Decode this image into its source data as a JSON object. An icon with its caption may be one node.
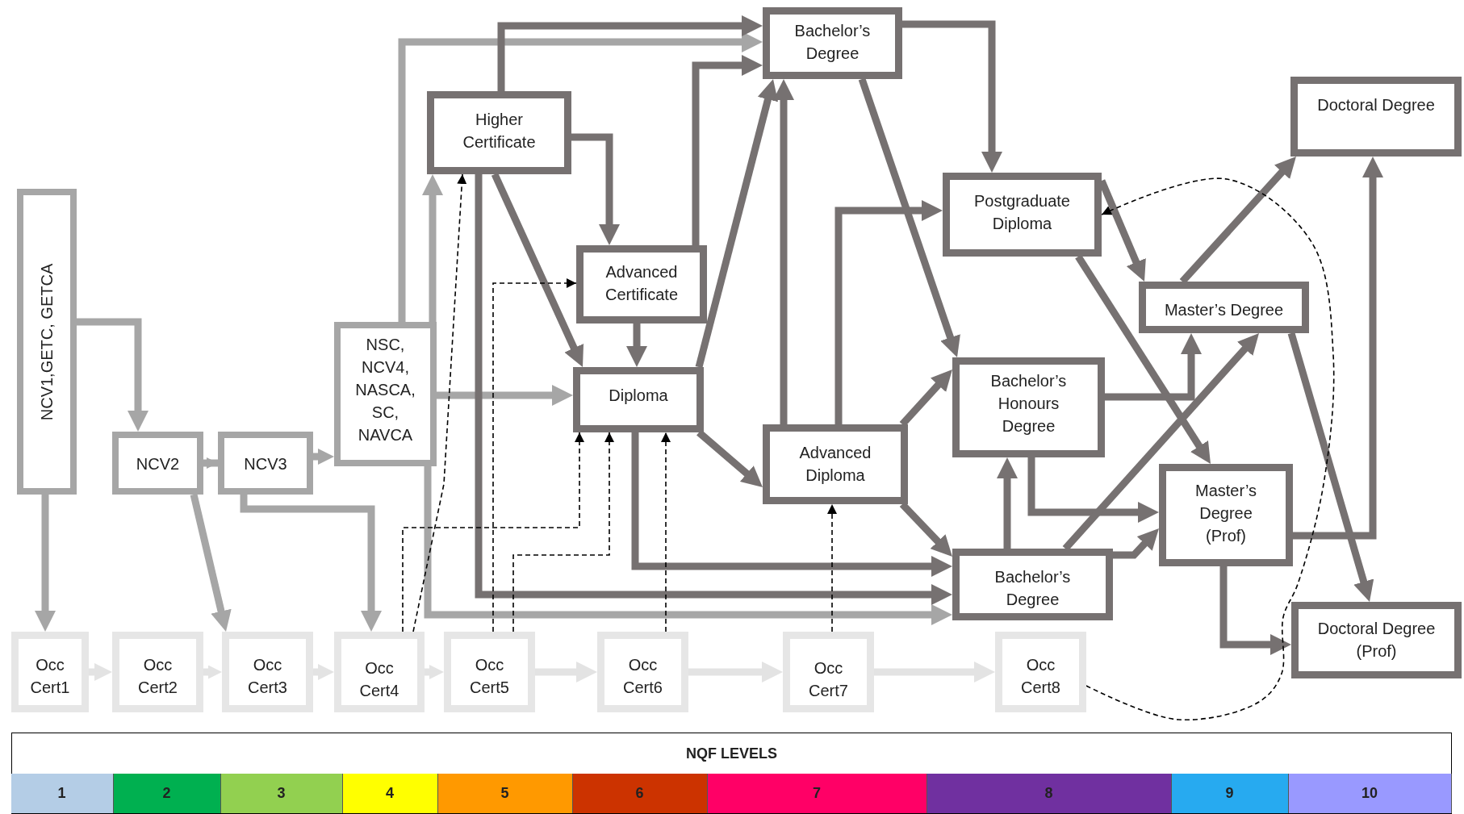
{
  "diagram": {
    "nodes": [
      {
        "text": [
          "NCV1,GETC, GETCA"
        ]
      },
      {
        "text": [
          "NCV2"
        ]
      },
      {
        "text": [
          "NCV3"
        ]
      },
      {
        "text": [
          "NSC, NCV4, NASCA, SC, NAVCA"
        ]
      },
      {
        "text": [
          "Higher Certificate"
        ]
      },
      {
        "text": [
          "Advanced Certificate"
        ]
      },
      {
        "text": [
          "Diploma"
        ]
      },
      {
        "text": [
          "Bachelor’s Degree"
        ]
      },
      {
        "text": [
          "Postgraduate Diploma"
        ]
      },
      {
        "text": [
          "Doctoral Degree"
        ]
      },
      {
        "text": [
          "Master’s Degree"
        ]
      },
      {
        "text": [
          "Bachelor’s Honours Degree"
        ]
      },
      {
        "text": [
          "Advanced Diploma"
        ]
      },
      {
        "text": [
          "Master’s Degree (Prof)"
        ]
      },
      {
        "text": [
          "Bachelor’s Degree"
        ]
      },
      {
        "text": [
          "Doctoral Degree (Prof)"
        ]
      },
      {
        "text": [
          "Occ Cert1"
        ]
      },
      {
        "text": [
          "Occ Cert2"
        ]
      },
      {
        "text": [
          "Occ Cert3"
        ]
      },
      {
        "text": [
          "Occ Cert4"
        ]
      },
      {
        "text": [
          "Occ Cert5"
        ]
      },
      {
        "text": [
          "Occ Cert6"
        ]
      },
      {
        "text": [
          "Occ Cert7"
        ]
      },
      {
        "text": [
          "Occ Cert8"
        ]
      }
    ],
    "edges": [
      {
        "from": 0,
        "to": 1,
        "arrow": "to",
        "color": "#a6a6a6"
      },
      {
        "from": 0,
        "to": 16,
        "arrow": "to",
        "color": "#a6a6a6"
      },
      {
        "from": 1,
        "to": 2,
        "arrow": "to",
        "color": "#a6a6a6"
      },
      {
        "from": 2,
        "to": 3,
        "arrow": "to",
        "color": "#a6a6a6"
      },
      {
        "from": 1,
        "to": 18,
        "arrow": "to",
        "color": "#a6a6a6"
      },
      {
        "from": 2,
        "to": 19,
        "arrow": "to",
        "color": "#a6a6a6"
      },
      {
        "from": 3,
        "to": 4,
        "arrow": "to",
        "color": "#a6a6a6"
      },
      {
        "from": 3,
        "to": 7,
        "arrow": "to",
        "color": "#a6a6a6"
      },
      {
        "from": 3,
        "to": 6,
        "arrow": "to",
        "color": "#a6a6a6"
      },
      {
        "from": 3,
        "to": 14,
        "arrow": "to",
        "color": "#a6a6a6"
      },
      {
        "from": 16,
        "to": 17,
        "arrow": "to",
        "color": "#e3e3e3"
      },
      {
        "from": 17,
        "to": 18,
        "arrow": "to",
        "color": "#e3e3e3"
      },
      {
        "from": 18,
        "to": 19,
        "arrow": "to",
        "color": "#e3e3e3"
      },
      {
        "from": 19,
        "to": 20,
        "arrow": "to",
        "color": "#e3e3e3"
      },
      {
        "from": 20,
        "to": 21,
        "arrow": "to",
        "color": "#e3e3e3"
      },
      {
        "from": 21,
        "to": 22,
        "arrow": "to",
        "color": "#e3e3e3"
      },
      {
        "from": 22,
        "to": 23,
        "arrow": "to",
        "color": "#e3e3e3"
      },
      {
        "from": 4,
        "to": 7,
        "arrow": "to"
      },
      {
        "from": 4,
        "to": 5,
        "arrow": "to"
      },
      {
        "from": 4,
        "to": 6,
        "arrow": "to"
      },
      {
        "from": 4,
        "to": 14,
        "arrow": "to"
      },
      {
        "from": 5,
        "to": 6,
        "arrow": "to"
      },
      {
        "from": 5,
        "to": 7,
        "arrow": "to"
      },
      {
        "from": 6,
        "to": 7,
        "arrow": "to"
      },
      {
        "from": 6,
        "to": 12,
        "arrow": "to"
      },
      {
        "from": 6,
        "to": 14,
        "arrow": "to"
      },
      {
        "from": 12,
        "to": 7,
        "arrow": "to"
      },
      {
        "from": 12,
        "to": 8,
        "arrow": "to"
      },
      {
        "from": 12,
        "to": 11,
        "arrow": "to"
      },
      {
        "from": 12,
        "to": 14,
        "arrow": "to"
      },
      {
        "from": 7,
        "to": 8,
        "arrow": "to"
      },
      {
        "from": 7,
        "to": 11,
        "arrow": "to"
      },
      {
        "from": 8,
        "to": 10,
        "arrow": "to"
      },
      {
        "from": 8,
        "to": 13,
        "arrow": "to"
      },
      {
        "from": 11,
        "to": 10,
        "arrow": "to"
      },
      {
        "from": 11,
        "to": 13,
        "arrow": "to"
      },
      {
        "from": 14,
        "to": 11,
        "arrow": "to"
      },
      {
        "from": 14,
        "to": 10,
        "arrow": "to"
      },
      {
        "from": 14,
        "to": 13,
        "arrow": "to"
      },
      {
        "from": 10,
        "to": 9,
        "arrow": "to"
      },
      {
        "from": 10,
        "to": 15,
        "arrow": "to"
      },
      {
        "from": 13,
        "to": 9,
        "arrow": "to"
      },
      {
        "from": 13,
        "to": 15,
        "arrow": "to"
      },
      {
        "from": 19,
        "to": 4,
        "arrow": "to",
        "style": "dashed",
        "color": "#000000"
      },
      {
        "from": 19,
        "to": 6,
        "arrow": "to",
        "style": "dashed",
        "color": "#000000"
      },
      {
        "from": 20,
        "to": 5,
        "arrow": "to",
        "style": "dashed",
        "color": "#000000"
      },
      {
        "from": 20,
        "to": 6,
        "arrow": "to",
        "style": "dashed",
        "color": "#000000"
      },
      {
        "from": 21,
        "to": 6,
        "arrow": "to",
        "style": "dashed",
        "color": "#000000"
      },
      {
        "from": 22,
        "to": 12,
        "arrow": "to",
        "style": "dashed",
        "color": "#000000"
      },
      {
        "from": 23,
        "to": 8,
        "arrow": "to",
        "style": "dashed",
        "color": "#000000"
      }
    ],
    "labels": [
      "NQF LEVELS"
    ],
    "legend": [
      {
        "text": "1",
        "color": "#b4cde6"
      },
      {
        "text": "2",
        "color": "#00b050"
      },
      {
        "text": "3",
        "color": "#92d050"
      },
      {
        "text": "4",
        "color": "#ffff00"
      },
      {
        "text": "5",
        "color": "#ff9900"
      },
      {
        "text": "6",
        "color": "#cc3300"
      },
      {
        "text": "7",
        "color": "#ff0066"
      },
      {
        "text": "8",
        "color": "#7030a0"
      },
      {
        "text": "9",
        "color": "#27aaf0"
      },
      {
        "text": "10",
        "color": "#9999ff"
      }
    ]
  }
}
